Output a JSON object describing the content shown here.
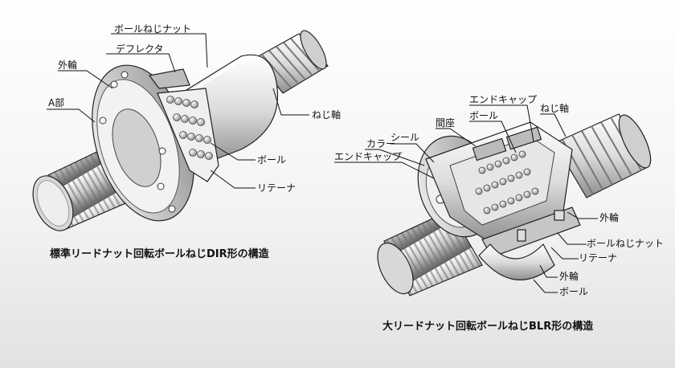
{
  "diagram_left": {
    "caption": "標準リードナット回転ボールねじDIR形の構造",
    "labels": {
      "ball_screw_nut": "ボールねじナット",
      "deflector": "デフレクタ",
      "outer_ring": "外輪",
      "part_a": "A部",
      "screw_shaft": "ねじ軸",
      "ball": "ボール",
      "retainer": "リテーナ"
    }
  },
  "diagram_right": {
    "caption": "大リードナット回転ボールねじBLR形の構造",
    "labels": {
      "end_cap_top": "エンドキャップ",
      "screw_shaft": "ねじ軸",
      "spacer": "間座",
      "ball_top": "ボール",
      "seal": "シール",
      "collar": "カラー",
      "end_cap_left": "エンドキャップ",
      "outer_ring_top": "外輪",
      "ball_screw_nut": "ボールねじナット",
      "retainer": "リテーナ",
      "outer_ring_bottom": "外輪",
      "ball_bottom": "ボール"
    }
  }
}
